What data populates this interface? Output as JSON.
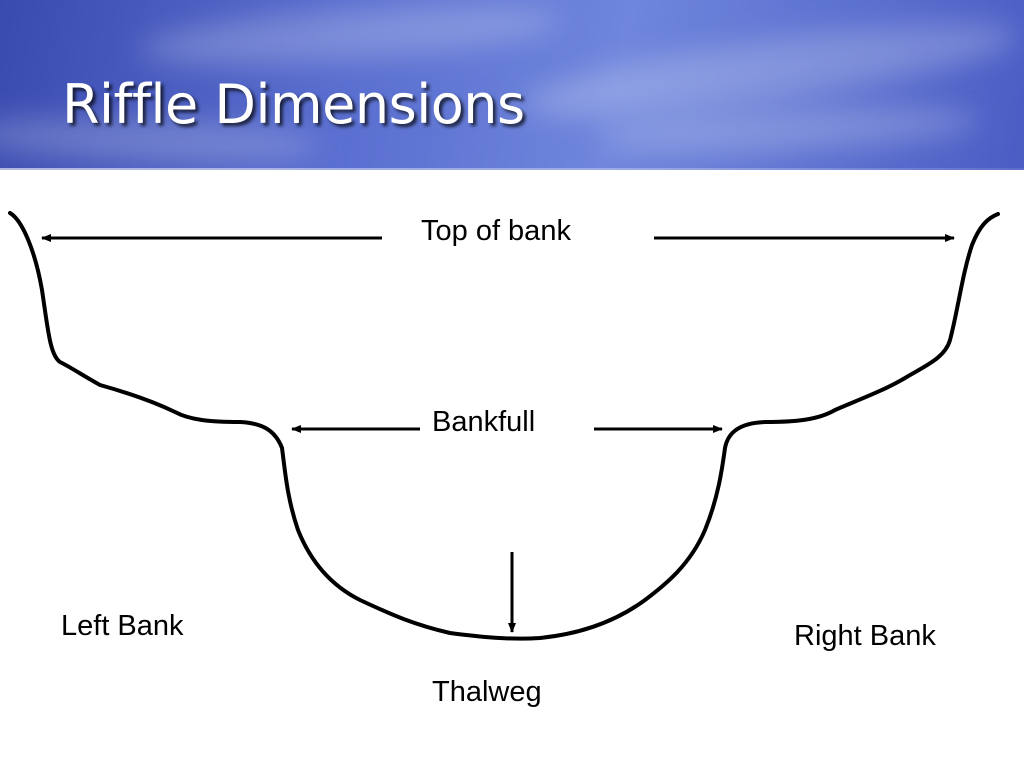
{
  "slide": {
    "title": "Riffle Dimensions"
  },
  "diagram": {
    "labels": {
      "top_of_bank": "Top of bank",
      "bankfull": "Bankfull",
      "left_bank": "Left Bank",
      "right_bank": "Right Bank",
      "thalweg": "Thalweg"
    },
    "colors": {
      "stroke": "#000000",
      "header_blue": "#4a5dc4"
    }
  }
}
